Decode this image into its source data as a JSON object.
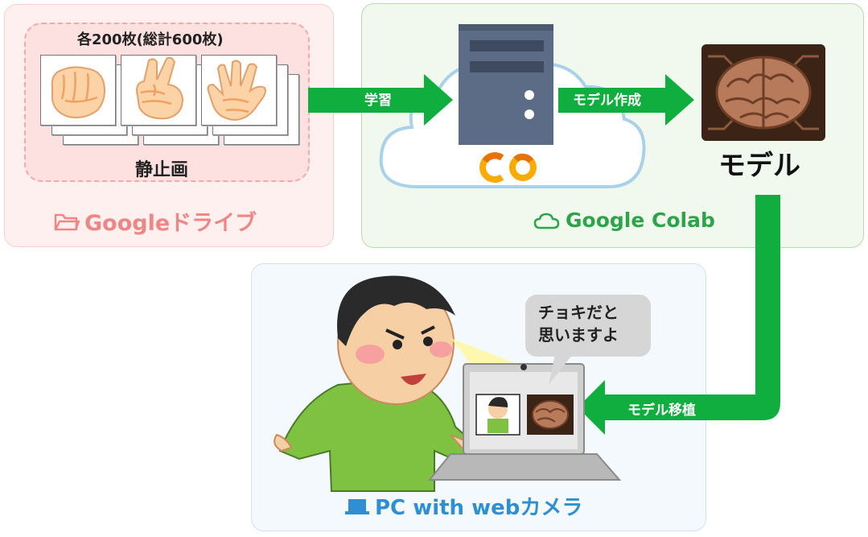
{
  "drive": {
    "count_label": "各200枚(総計600枚)",
    "still_label": "静止画",
    "title": "Googleドライブ",
    "hands": [
      {
        "name": "rock",
        "icon": "fist-hand-icon"
      },
      {
        "name": "scissors",
        "icon": "peace-hand-icon"
      },
      {
        "name": "paper",
        "icon": "open-hand-icon"
      }
    ]
  },
  "flow": {
    "learn": "学習",
    "create_model": "モデル作成",
    "transfer_model": "モデル移植"
  },
  "colab": {
    "title": "Google Colab",
    "logo_text": "CO",
    "model_label": "モデル"
  },
  "pc": {
    "title": "PC with webカメラ",
    "bubble_line1": "チョキだと",
    "bubble_line2": "思いますよ"
  },
  "colors": {
    "arrow_green": "#0fae3e",
    "drive_pink": "#f08585",
    "colab_green": "#2ea44a",
    "pc_blue": "#2f8fd3",
    "colab_orange": "#f9ab00"
  }
}
